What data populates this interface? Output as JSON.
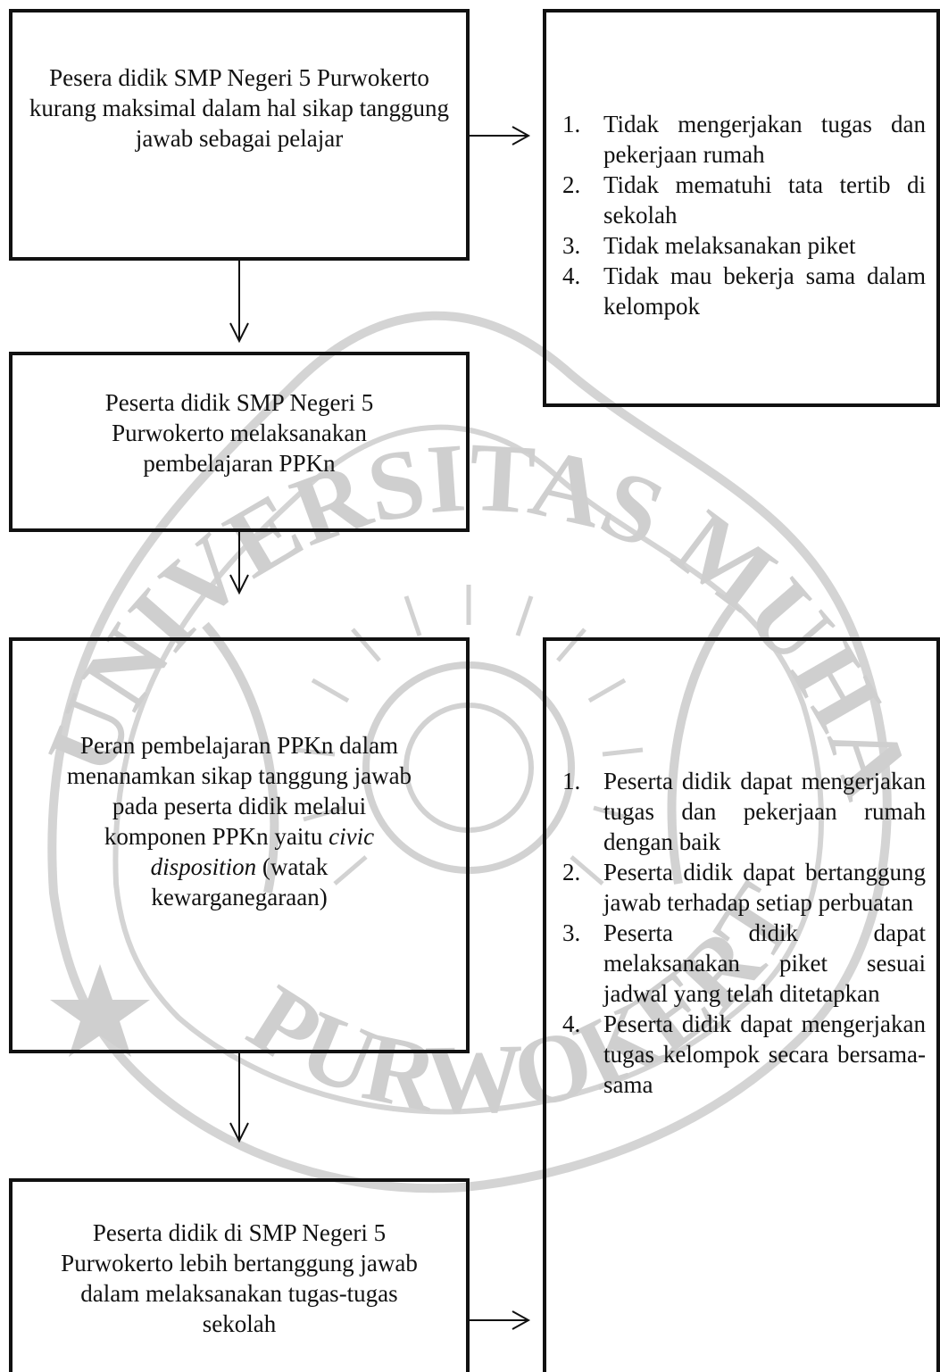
{
  "watermark": {
    "top_text": "UNIVERSITAS MUHAMMADIYAH",
    "bottom_text": "PURWOKERTO",
    "emblem_icon": "muhammadiyah-sun-emblem-icon"
  },
  "boxes": {
    "problem": {
      "text": "Pesera didik  SMP Negeri 5 Purwokerto kurang maksimal dalam hal sikap tanggung  jawab sebagai pelajar"
    },
    "indicators": {
      "items": [
        {
          "num": "1.",
          "text": "Tidak   mengerjakan   tugas dan pekerjaan rumah"
        },
        {
          "num": "2.",
          "text": "Tidak  mematuhi tata  tertib di sekolah"
        },
        {
          "num": "3.",
          "text": "Tidak  melaksanakan  piket"
        },
        {
          "num": "4.",
          "text": "Tidak   mau   bekerja   sama dalam kelompok"
        }
      ]
    },
    "learning": {
      "text": "Peserta didik  SMP Negeri 5 Purwokerto  melaksanakan pembelajaran  PPKn"
    },
    "role": {
      "line1": "Peran pembelajaran  PPKn dalam",
      "line2": "menanamkan sikap tanggung  jawab",
      "line3": "pada peserta didik melalui",
      "line4_pre": "komponen  PPKn yaitu ",
      "line4_italic": "civic",
      "line5_italic": "disposition",
      "line5_post": " (watak",
      "line6": "kewarganegaraan)"
    },
    "outcomes": {
      "items": [
        {
          "num": "1.",
          "text": "Peserta didik dapat mengerjakan tugas dan pekerjaan rumah dengan baik"
        },
        {
          "num": "2.",
          "text": "Peserta didik dapat bertanggung jawab terhadap setiap perbuatan"
        },
        {
          "num": "3.",
          "text": "Peserta didik dapat melaksanakan piket sesuai jadwal yang telah ditetapkan"
        },
        {
          "num": "4.",
          "text": "Peserta didik dapat mengerjakan tugas kelompok secara bersama-sama"
        }
      ]
    },
    "result": {
      "text": "Peserta didik  di SMP Negeri 5 Purwokerto  lebih bertanggung jawab dalam melaksanakan  tugas-tugas  sekolah"
    }
  }
}
